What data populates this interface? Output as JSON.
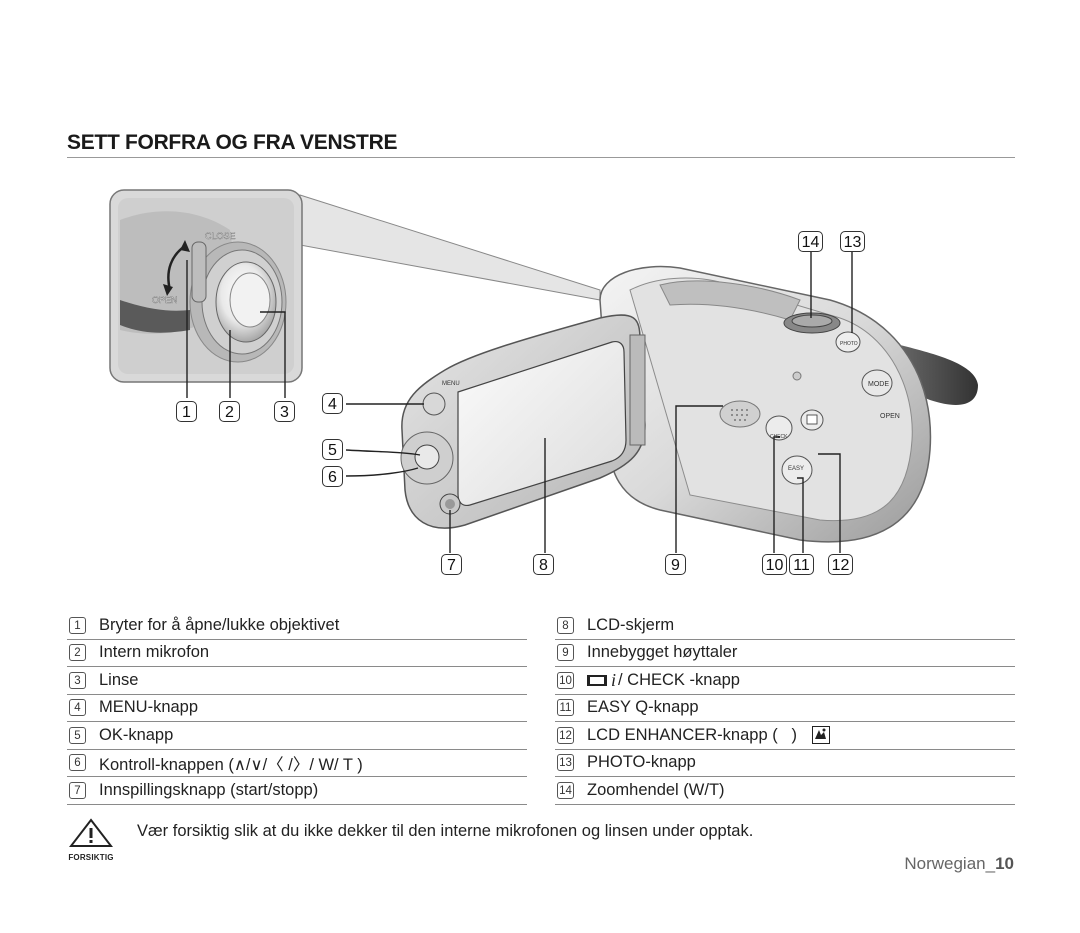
{
  "section_title": "SETT FORFRA OG FRA VENSTRE",
  "figure": {
    "callouts": [
      "1",
      "2",
      "3",
      "4",
      "5",
      "6",
      "7",
      "8",
      "9",
      "10",
      "11",
      "12",
      "13",
      "14"
    ],
    "lens_labels": {
      "close": "CLOSE",
      "open": "OPEN"
    },
    "device_labels": {
      "menu": "MENU",
      "mode": "MODE",
      "open": "OPEN",
      "check": "CHECK",
      "easy": "EASY",
      "photo": "PHOTO"
    }
  },
  "legend_left": [
    {
      "num": "1",
      "text": "Bryter for å åpne/lukke objektivet"
    },
    {
      "num": "2",
      "text": "Intern mikrofon"
    },
    {
      "num": "3",
      "text": "Linse"
    },
    {
      "num": "4",
      "text": "MENU-knapp"
    },
    {
      "num": "5",
      "text": "OK-knapp"
    },
    {
      "num": "6",
      "text": "Kontroll-knappen (∧/∨/〈 /〉/ W/ T )"
    },
    {
      "num": "7",
      "text": "Innspillingsknapp (start/stopp)"
    }
  ],
  "legend_right": [
    {
      "num": "8",
      "text": "LCD-skjerm"
    },
    {
      "num": "9",
      "text": "Innebygget høyttaler"
    },
    {
      "num": "10",
      "text": "/ CHECK -knapp"
    },
    {
      "num": "11",
      "text": "EASY Q-knapp"
    },
    {
      "num": "12",
      "text": "LCD ENHANCER-knapp (   )"
    },
    {
      "num": "13",
      "text": "PHOTO-knapp"
    },
    {
      "num": "14",
      "text": "Zoomhendel (W/T)"
    }
  ],
  "caution": {
    "label": "FORSIKTIG",
    "text": "Vær forsiktig slik at du ikke dekker til den interne mikrofonen og linsen under opptak."
  },
  "footer": {
    "language": "Norwegian_",
    "page": "10"
  }
}
